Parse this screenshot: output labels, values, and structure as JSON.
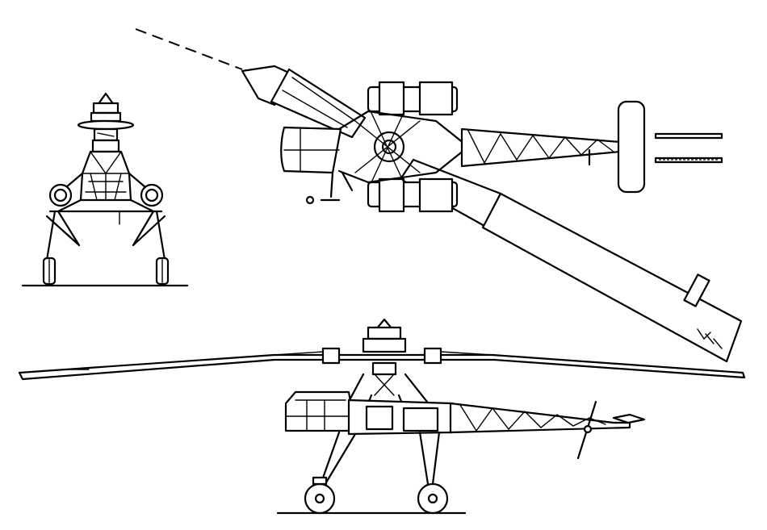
{
  "drawing": {
    "subject": "",
    "views": [
      "front-view",
      "top-view",
      "side-view"
    ],
    "line_color": "#000000",
    "background": "#ffffff"
  }
}
